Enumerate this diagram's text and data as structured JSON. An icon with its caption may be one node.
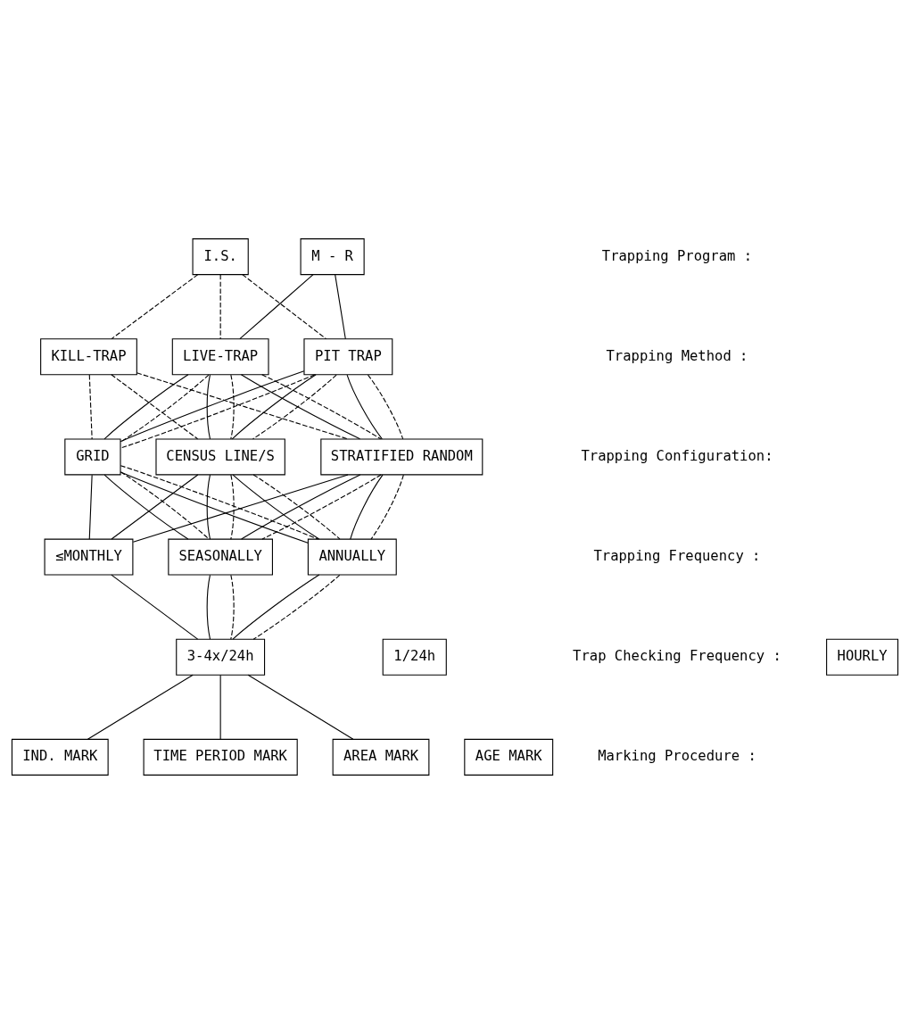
{
  "diagram": {
    "nodes": [
      {
        "text": [
          "M - R"
        ]
      },
      {
        "text": [
          "I.S."
        ]
      },
      {
        "text": [
          "LIVE-TRAP"
        ]
      },
      {
        "text": [
          "PIT TRAP"
        ]
      },
      {
        "text": [
          "KILL-TRAP"
        ]
      },
      {
        "text": [
          "GRID"
        ]
      },
      {
        "text": [
          "CENSUS LINE/S"
        ]
      },
      {
        "text": [
          "STRATIFIED RANDOM"
        ]
      },
      {
        "text": [
          "≤MONTHLY"
        ]
      },
      {
        "text": [
          "SEASONALLY"
        ]
      },
      {
        "text": [
          "ANNUALLY"
        ]
      },
      {
        "text": [
          "HOURLY"
        ]
      },
      {
        "text": [
          "3-4x/24h"
        ]
      },
      {
        "text": [
          "1/24h"
        ]
      },
      {
        "text": [
          "IND. MARK"
        ]
      },
      {
        "text": [
          "TIME PERIOD MARK"
        ]
      },
      {
        "text": [
          "AREA MARK"
        ]
      },
      {
        "text": [
          "AGE MARK"
        ]
      }
    ],
    "edges": [
      {
        "from": 0,
        "to": 2,
        "arrow": "none"
      },
      {
        "from": 0,
        "to": 3,
        "arrow": "none"
      },
      {
        "from": 1,
        "to": 2,
        "arrow": "none",
        "style": "dashed"
      },
      {
        "from": 1,
        "to": 3,
        "arrow": "none",
        "style": "dashed"
      },
      {
        "from": 1,
        "to": 4,
        "arrow": "none",
        "style": "dashed"
      },
      {
        "from": 2,
        "to": 5,
        "arrow": "none"
      },
      {
        "from": 2,
        "to": 6,
        "arrow": "none"
      },
      {
        "from": 2,
        "to": 7,
        "arrow": "none"
      },
      {
        "from": 3,
        "to": 5,
        "arrow": "none"
      },
      {
        "from": 3,
        "to": 6,
        "arrow": "none"
      },
      {
        "from": 3,
        "to": 7,
        "arrow": "none"
      },
      {
        "from": 2,
        "to": 5,
        "arrow": "none",
        "style": "dashed"
      },
      {
        "from": 2,
        "to": 6,
        "arrow": "none",
        "style": "dashed"
      },
      {
        "from": 2,
        "to": 7,
        "arrow": "none",
        "style": "dashed"
      },
      {
        "from": 3,
        "to": 5,
        "arrow": "none",
        "style": "dashed"
      },
      {
        "from": 3,
        "to": 6,
        "arrow": "none",
        "style": "dashed"
      },
      {
        "from": 3,
        "to": 7,
        "arrow": "none",
        "style": "dashed"
      },
      {
        "from": 4,
        "to": 5,
        "arrow": "none",
        "style": "dashed"
      },
      {
        "from": 4,
        "to": 6,
        "arrow": "none",
        "style": "dashed"
      },
      {
        "from": 4,
        "to": 7,
        "arrow": "none",
        "style": "dashed"
      },
      {
        "from": 5,
        "to": 8,
        "arrow": "none"
      },
      {
        "from": 5,
        "to": 9,
        "arrow": "none"
      },
      {
        "from": 5,
        "to": 10,
        "arrow": "none"
      },
      {
        "from": 6,
        "to": 8,
        "arrow": "none"
      },
      {
        "from": 6,
        "to": 9,
        "arrow": "none"
      },
      {
        "from": 6,
        "to": 10,
        "arrow": "none"
      },
      {
        "from": 7,
        "to": 8,
        "arrow": "none"
      },
      {
        "from": 7,
        "to": 9,
        "arrow": "none"
      },
      {
        "from": 7,
        "to": 10,
        "arrow": "none"
      },
      {
        "from": 5,
        "to": 9,
        "arrow": "none",
        "style": "dashed"
      },
      {
        "from": 5,
        "to": 10,
        "arrow": "none",
        "style": "dashed"
      },
      {
        "from": 6,
        "to": 9,
        "arrow": "none",
        "style": "dashed"
      },
      {
        "from": 6,
        "to": 10,
        "arrow": "none",
        "style": "dashed"
      },
      {
        "from": 7,
        "to": 9,
        "arrow": "none",
        "style": "dashed"
      },
      {
        "from": 7,
        "to": 10,
        "arrow": "none",
        "style": "dashed"
      },
      {
        "from": 8,
        "to": 12,
        "arrow": "none"
      },
      {
        "from": 9,
        "to": 12,
        "arrow": "none"
      },
      {
        "from": 10,
        "to": 12,
        "arrow": "none"
      },
      {
        "from": 9,
        "to": 12,
        "arrow": "none",
        "style": "dashed"
      },
      {
        "from": 10,
        "to": 12,
        "arrow": "none",
        "style": "dashed"
      },
      {
        "from": 12,
        "to": 14,
        "arrow": "none"
      },
      {
        "from": 12,
        "to": 15,
        "arrow": "none"
      },
      {
        "from": 12,
        "to": 16,
        "arrow": "none"
      }
    ],
    "labels": [
      "Trapping Program :",
      "Trapping Method :",
      "Trapping Configuration:",
      "Trapping Frequency :",
      "Trap Checking Frequency :",
      "Marking Procedure :"
    ]
  }
}
